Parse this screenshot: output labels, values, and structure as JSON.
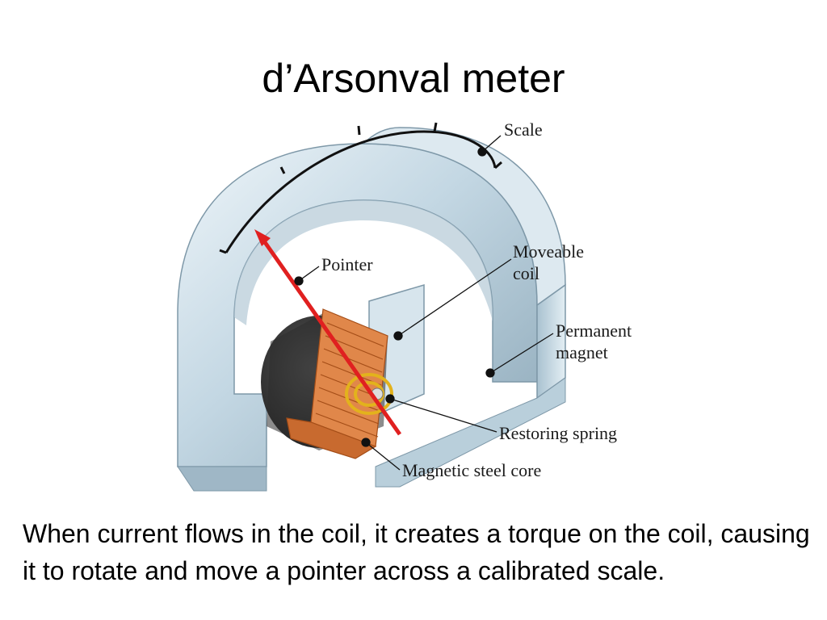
{
  "slide": {
    "title": "d’Arsonval meter",
    "body": "When current flows in the coil, it creates a torque on the coil, causing it to rotate and move a pointer across a calibrated scale."
  },
  "diagram": {
    "labels": {
      "scale": "Scale",
      "pointer": "Pointer",
      "moveable_coil_line1": "Moveable",
      "moveable_coil_line2": "coil",
      "permanent_magnet_line1": "Permanent",
      "permanent_magnet_line2": "magnet",
      "restoring_spring": "Restoring spring",
      "magnetic_steel_core": "Magnetic steel core"
    },
    "colors": {
      "magnet": "#c8dbe6",
      "magnet_dark": "#8fa9b8",
      "core": "#2b2b2b",
      "coil": "#d9783a",
      "pointer": "#e02020",
      "spring": "#e3b21c",
      "scale": "#111111"
    }
  }
}
